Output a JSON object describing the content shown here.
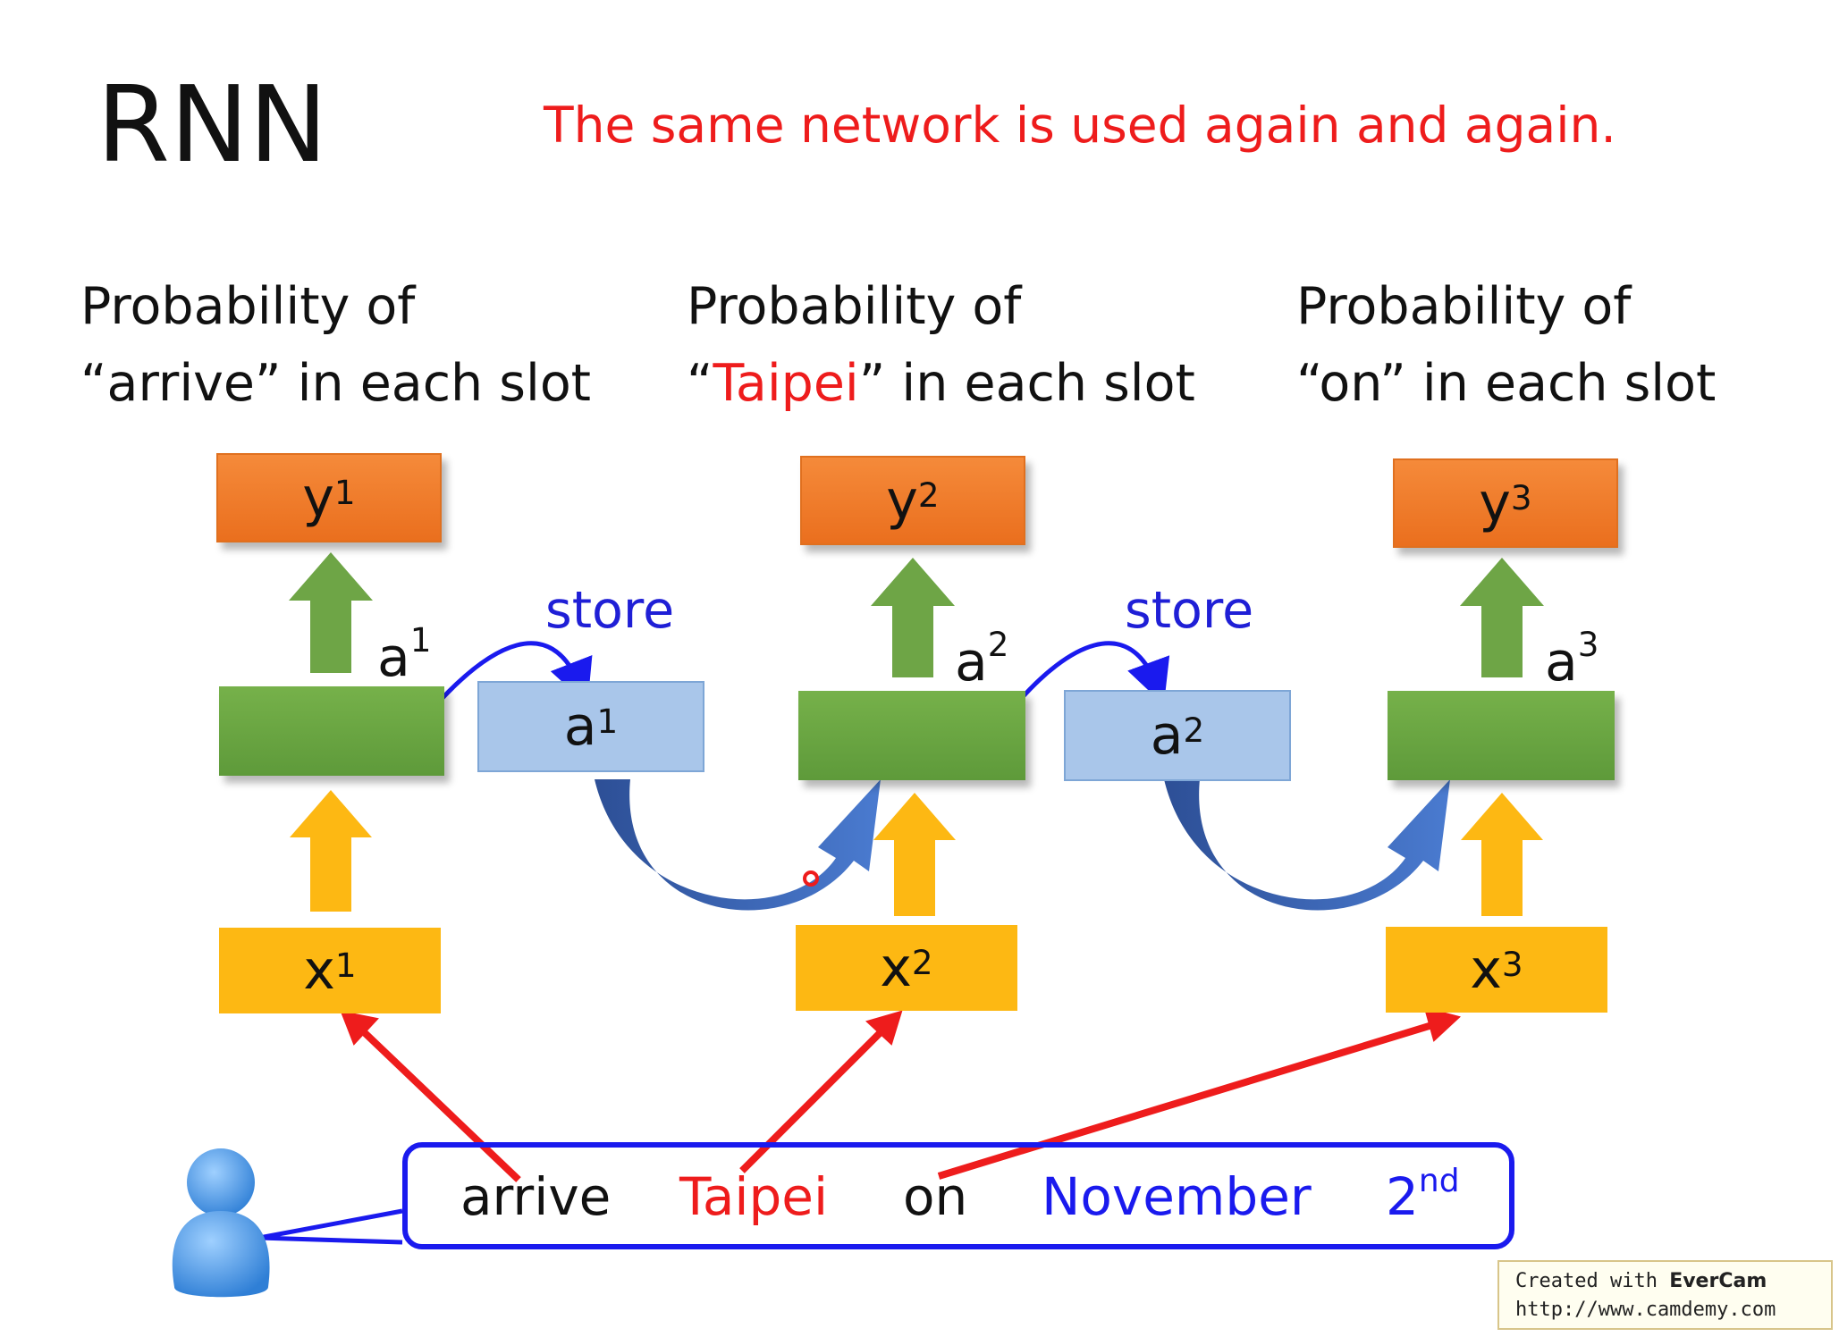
{
  "slide": {
    "title": "RNN",
    "subtitle": "The same network is used again and again."
  },
  "captions": [
    {
      "line1": "Probability of",
      "pre": "“",
      "word": "arrive",
      "post": "” in each slot",
      "word_color": "#111111"
    },
    {
      "line1": "Probability of",
      "pre": "“",
      "word": "Taipei",
      "post": "” in each slot",
      "word_color": "#ee1c1c"
    },
    {
      "line1": "Probability of",
      "pre": "“",
      "word": "on",
      "post": "” in each slot",
      "word_color": "#111111"
    }
  ],
  "outputs": [
    {
      "base": "y",
      "sup": "1"
    },
    {
      "base": "y",
      "sup": "2"
    },
    {
      "base": "y",
      "sup": "3"
    }
  ],
  "hidden_labels": [
    {
      "base": "a",
      "sup": "1"
    },
    {
      "base": "a",
      "sup": "2"
    },
    {
      "base": "a",
      "sup": "3"
    }
  ],
  "memory": [
    {
      "base": "a",
      "sup": "1",
      "store_label": "store"
    },
    {
      "base": "a",
      "sup": "2",
      "store_label": "store"
    }
  ],
  "inputs": [
    {
      "base": "x",
      "sup": "1"
    },
    {
      "base": "x",
      "sup": "2"
    },
    {
      "base": "x",
      "sup": "3"
    }
  ],
  "sentence": {
    "words": [
      {
        "text": "arrive",
        "color": "#111111"
      },
      {
        "text": "Taipei",
        "color": "#ee1c1c"
      },
      {
        "text": "on",
        "color": "#111111"
      },
      {
        "text": "November",
        "color": "#1a1aee"
      },
      {
        "base": "2",
        "sup": "nd",
        "color": "#1a1aee"
      }
    ]
  },
  "watermark": {
    "line1_prefix": "Created with ",
    "brand": "EverCam",
    "url": "http://www.camdemy.com"
  },
  "colors": {
    "output": "#ea6f1e",
    "hidden": "#5e9a3a",
    "memory": "#a9c6ea",
    "input": "#fdb813",
    "store_text": "#1f1fd6",
    "red_arrow": "#ee1c1c",
    "recurrent_arrow": "#3a66b8"
  }
}
